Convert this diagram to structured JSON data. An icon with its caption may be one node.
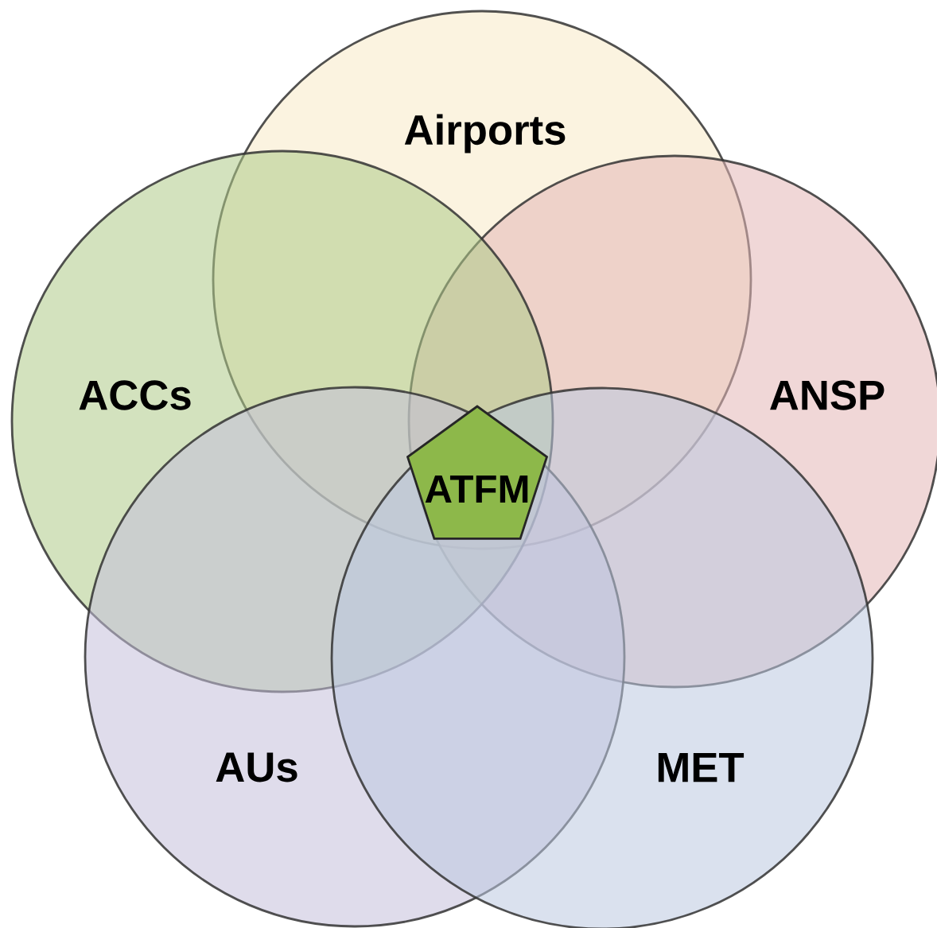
{
  "diagram": {
    "nodes": [
      {
        "text": [
          "Airports"
        ]
      },
      {
        "text": [
          "ACCs"
        ]
      },
      {
        "text": [
          "ANSP"
        ]
      },
      {
        "text": [
          "ATFM"
        ]
      },
      {
        "text": [
          "AUs"
        ]
      },
      {
        "text": [
          "MET"
        ]
      }
    ]
  }
}
